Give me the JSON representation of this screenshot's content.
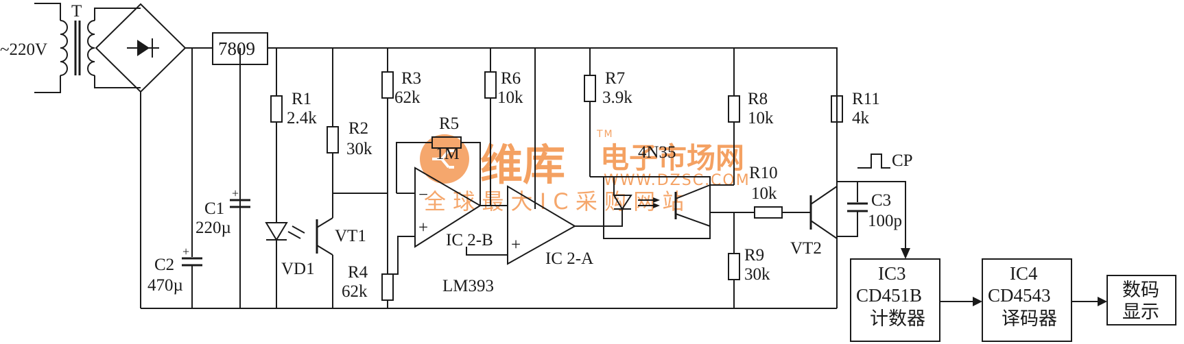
{
  "labels": {
    "transformer": "T",
    "mains": "~220V",
    "regulator": "7809",
    "c1": "C1",
    "c1_val": "220µ",
    "c2": "C2",
    "c2_val": "470µ",
    "r1": "R1",
    "r1_val": "2.4k",
    "r2": "R2",
    "r2_val": "30k",
    "r3": "R3",
    "r3_val": "62k",
    "r4": "R4",
    "r4_val": "62k",
    "r5": "R5",
    "r5_val": "1M",
    "r6": "R6",
    "r6_val": "10k",
    "r7": "R7",
    "r7_val": "3.9k",
    "r8": "R8",
    "r8_val": "10k",
    "r9": "R9",
    "r9_val": "30k",
    "r10": "R10",
    "r10_val": "10k",
    "r11": "R11",
    "r11_val": "4k",
    "c3": "C3",
    "c3_val": "100p",
    "vd1": "VD1",
    "vt1": "VT1",
    "vt2": "VT2",
    "ic2b": "IC 2-B",
    "ic2a": "IC 2-A",
    "lm393": "LM393",
    "optocoupler": "4N35",
    "cp": "CP",
    "plus": "+",
    "minus": "−"
  },
  "blocks": {
    "ic3": {
      "line1": "IC3",
      "line2": "CD451B",
      "line3": "计数器"
    },
    "ic4": {
      "line1": "IC4",
      "line2": "CD4543",
      "line3": "译码器"
    },
    "display": {
      "line1": "数码",
      "line2": "显示"
    }
  },
  "watermark": {
    "brand": "维库",
    "tm": "TM",
    "title": "电子市场网",
    "url": "WWW.DZSC.COM",
    "slogan": "全 球 最 大 I C 采 购 网 站"
  }
}
